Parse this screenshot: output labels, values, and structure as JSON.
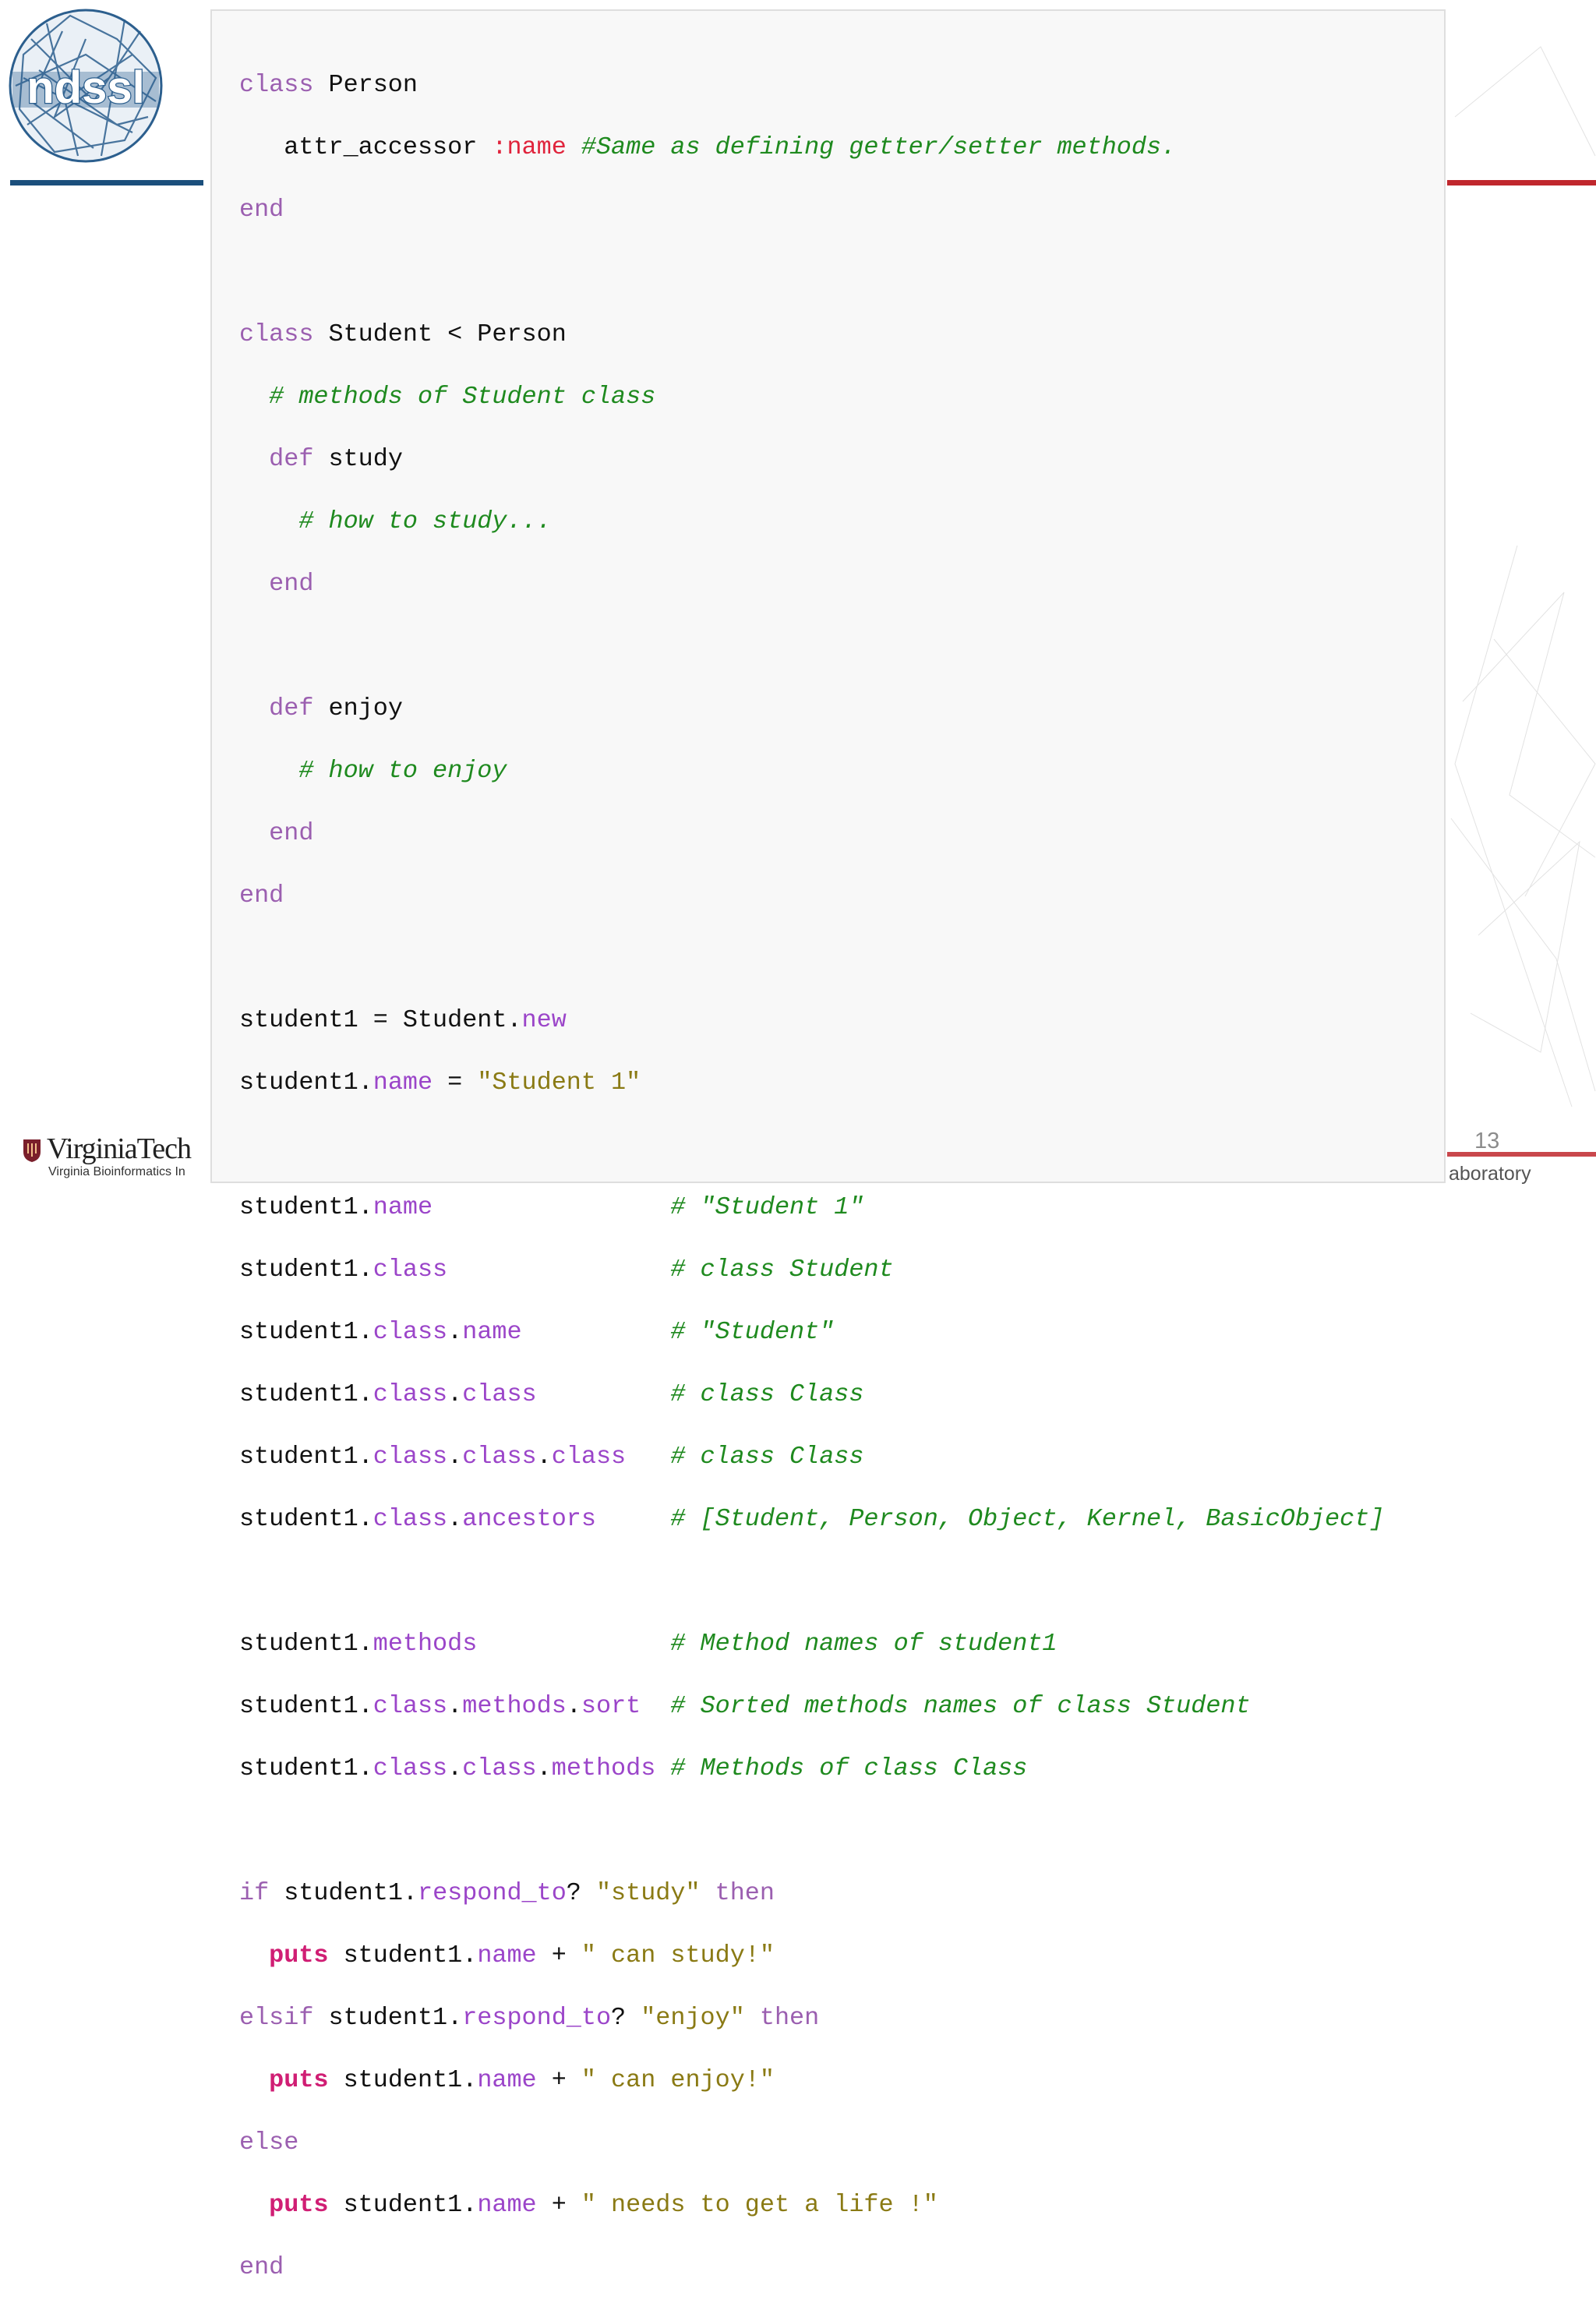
{
  "slide": {
    "page_number": "13",
    "footer_text": "aboratory",
    "org_logo_text": "ndssl",
    "vt_logo": {
      "name": "VirginiaTech",
      "subtitle": "Virginia Bioinformatics In"
    }
  },
  "code": {
    "l1": {
      "a": "class",
      "b": " Person"
    },
    "l2": {
      "a": "   attr_accessor ",
      "b": ":name",
      "c": " #Same as defining getter/setter methods."
    },
    "l3": {
      "a": "end"
    },
    "l5": {
      "a": "class",
      "b": " Student < Person"
    },
    "l6": {
      "a": "  # methods of Student class"
    },
    "l7": {
      "a": "  ",
      "b": "def",
      "c": " study"
    },
    "l8": {
      "a": "    # how to study..."
    },
    "l9": {
      "a": "  ",
      "b": "end"
    },
    "l11": {
      "a": "  ",
      "b": "def",
      "c": " enjoy"
    },
    "l12": {
      "a": "    # how to enjoy"
    },
    "l13": {
      "a": "  ",
      "b": "end"
    },
    "l14": {
      "a": "end"
    },
    "l16": {
      "a": "student1 = Student.",
      "b": "new"
    },
    "l17": {
      "a": "student1.",
      "b": "name",
      "c": " = ",
      "d": "\"Student 1\""
    },
    "l19": {
      "a": "student1.",
      "b": "name",
      "c": "                ",
      "d": "# \"Student 1\""
    },
    "l20": {
      "a": "student1.",
      "b": "class",
      "c": "               ",
      "d": "# class Student"
    },
    "l21": {
      "a": "student1.",
      "b": "class",
      "c": ".",
      "d": "name",
      "e": "          ",
      "f": "# \"Student\""
    },
    "l22": {
      "a": "student1.",
      "b": "class",
      "c": ".",
      "d": "class",
      "e": "         ",
      "f": "# class Class"
    },
    "l23": {
      "a": "student1.",
      "b": "class",
      "c": ".",
      "d": "class",
      "e": ".",
      "f": "class",
      "g": "   ",
      "h": "# class Class"
    },
    "l24": {
      "a": "student1.",
      "b": "class",
      "c": ".",
      "d": "ancestors",
      "e": "     ",
      "f": "# [Student, Person, Object, Kernel, BasicObject]"
    },
    "l26": {
      "a": "student1.",
      "b": "methods",
      "c": "             ",
      "d": "# Method names of student1"
    },
    "l27": {
      "a": "student1.",
      "b": "class",
      "c": ".",
      "d": "methods",
      "e": ".",
      "f": "sort",
      "g": "  ",
      "h": "# Sorted methods names of class Student"
    },
    "l28": {
      "a": "student1.",
      "b": "class",
      "c": ".",
      "d": "class",
      "e": ".",
      "f": "methods",
      "g": " ",
      "h": "# Methods of class Class"
    },
    "l30": {
      "a": "if",
      "b": " student1.",
      "c": "respond_to",
      "d": "? ",
      "e": "\"study\"",
      "f": " ",
      "g": "then"
    },
    "l31": {
      "a": "  ",
      "b": "puts",
      "c": " student1.",
      "d": "name",
      "e": " + ",
      "f": "\" can study!\""
    },
    "l32": {
      "a": "elsif",
      "b": " student1.",
      "c": "respond_to",
      "d": "? ",
      "e": "\"enjoy\"",
      "f": " ",
      "g": "then"
    },
    "l33": {
      "a": "  ",
      "b": "puts",
      "c": " student1.",
      "d": "name",
      "e": " + ",
      "f": "\" can enjoy!\""
    },
    "l34": {
      "a": "else"
    },
    "l35": {
      "a": "  ",
      "b": "puts",
      "c": " student1.",
      "d": "name",
      "e": " + ",
      "f": "\" needs to get a life !\""
    },
    "l36": {
      "a": "end"
    }
  }
}
